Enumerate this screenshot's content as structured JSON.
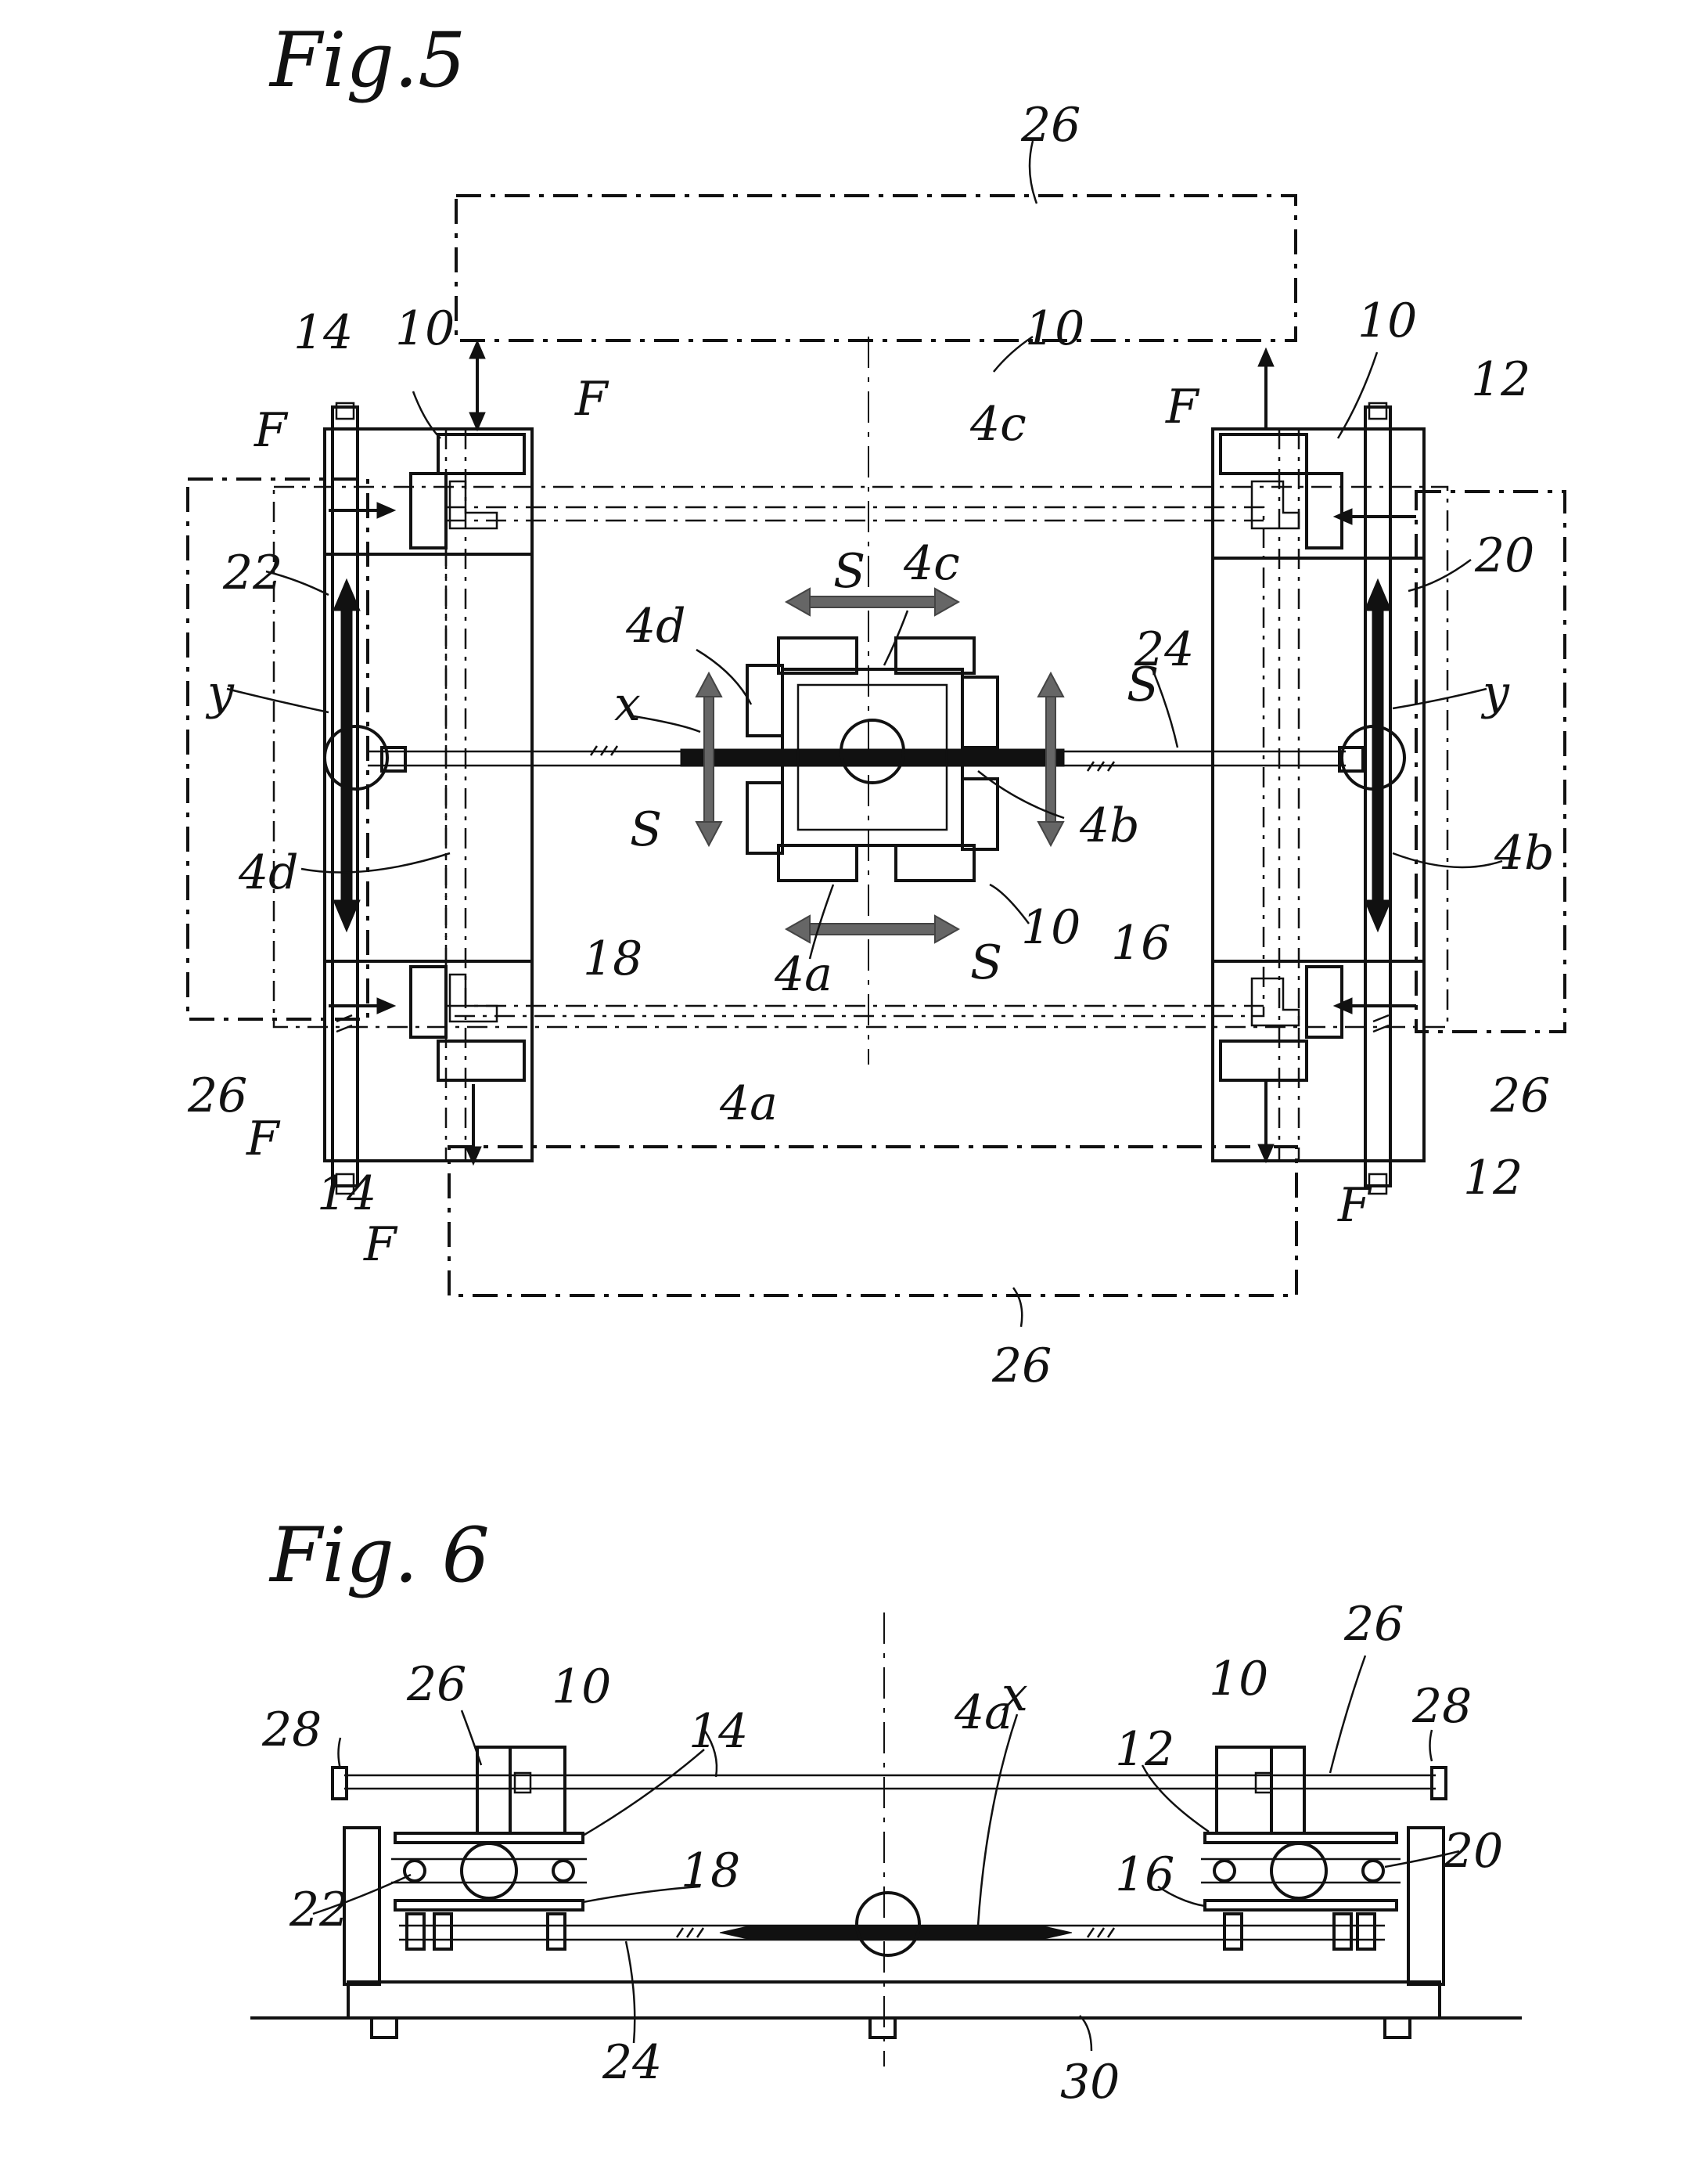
{
  "figures": [
    {
      "title": "Fig.5",
      "labels": {
        "top_frame": "26",
        "bottom_frame": "26",
        "left_frame": "26",
        "right_frame": "26",
        "pads_top_left": "10",
        "pads_top_right": "10",
        "pads_center_right": "10",
        "pads_center_bottom": "10",
        "plate_top_left": "14",
        "plate_bottom_left": "14",
        "plate_top_right": "12",
        "plate_bottom_right": "12",
        "rail_left": "22",
        "rail_right": "20",
        "beam_left": "18",
        "beam_right": "16",
        "shaft": "24",
        "side_c_top": "4c",
        "side_c_center": "4c",
        "side_d_center": "4d",
        "side_d_left": "4d",
        "side_b_center": "4b",
        "side_b_right": "4b",
        "side_a_center": "4a",
        "side_a_bottom": "4a",
        "axis_x": "x",
        "axis_y_left": "y",
        "axis_y_right": "y",
        "s_top": "S",
        "s_right": "S",
        "s_left": "S",
        "s_bottom": "S",
        "f_top_left_1": "F",
        "f_top_left_2": "F",
        "f_top_right": "F",
        "f_bottom_left_1": "F",
        "f_bottom_left_2": "F",
        "f_bottom_right": "F"
      }
    },
    {
      "title": "Fig. 6",
      "labels": {
        "frame_left": "26",
        "frame_right": "26",
        "pads_left": "10",
        "pads_right": "10",
        "end_left": "28",
        "end_right": "28",
        "side": "4a",
        "plate_left": "14",
        "plate_right": "12",
        "rail_left": "22",
        "rail_right": "20",
        "beam_left": "18",
        "beam_right": "16",
        "axis": "x",
        "shaft": "24",
        "base": "30"
      }
    }
  ]
}
